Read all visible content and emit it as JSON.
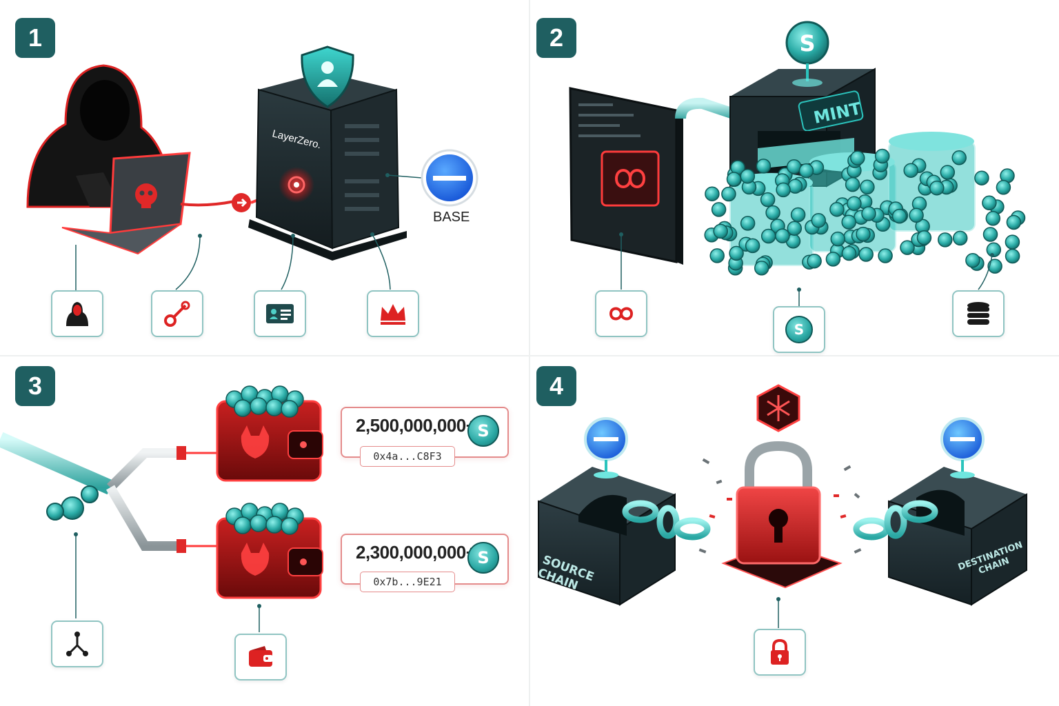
{
  "panels": [
    {
      "number": "1"
    },
    {
      "number": "2"
    },
    {
      "number": "3"
    },
    {
      "number": "4"
    }
  ],
  "panel1": {
    "server_brand": "LayerZero.",
    "chain_label": "BASE",
    "icons": [
      "hacker-icon",
      "key-icon",
      "id-card-icon",
      "crown-icon"
    ]
  },
  "panel2": {
    "machine_label": "MINT",
    "coin_symbol": "S",
    "icons": [
      "infinity-icon",
      "coin-icon",
      "database-icon"
    ]
  },
  "panel3": {
    "wallets": [
      {
        "amount": "2,500,000,000+",
        "address": "0x4a...C8F3"
      },
      {
        "amount": "2,300,000,000+",
        "address": "0x7b...9E21"
      }
    ],
    "coin_symbol": "S",
    "icons": [
      "split-icon",
      "wallet-icon"
    ]
  },
  "panel4": {
    "source_label": "SOURCE CHAIN",
    "destination_label": "DESTINATION CHAIN",
    "icons": [
      "padlock-icon"
    ]
  },
  "colors": {
    "badge": "#1f5f61",
    "accent_teal": "#2bc4bd",
    "accent_red": "#e02828",
    "server_dark": "#1e2a2e"
  }
}
